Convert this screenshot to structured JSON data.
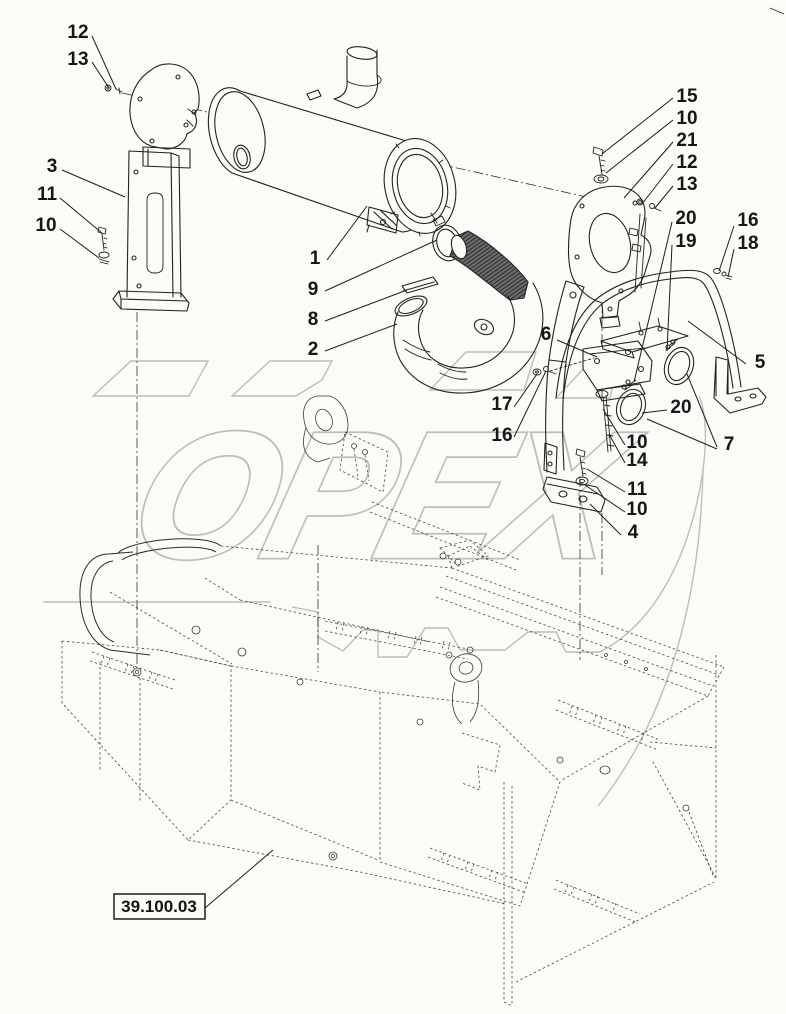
{
  "diagram": {
    "reference_code": "39.100.03",
    "watermark": "OPEX",
    "colors": {
      "line": "#2b2b2b",
      "hidden_line": "#4a4a4a",
      "watermark": "#bdbdbd",
      "paper": "#fbfbf8"
    },
    "callouts": [
      {
        "label": "12"
      },
      {
        "label": "13"
      },
      {
        "label": "3"
      },
      {
        "label": "11"
      },
      {
        "label": "10"
      },
      {
        "label": "1"
      },
      {
        "label": "9"
      },
      {
        "label": "8"
      },
      {
        "label": "2"
      },
      {
        "label": "15"
      },
      {
        "label": "10"
      },
      {
        "label": "21"
      },
      {
        "label": "12"
      },
      {
        "label": "13"
      },
      {
        "label": "20"
      },
      {
        "label": "19"
      },
      {
        "label": "16"
      },
      {
        "label": "18"
      },
      {
        "label": "6"
      },
      {
        "label": "5"
      },
      {
        "label": "17"
      },
      {
        "label": "16"
      },
      {
        "label": "20"
      },
      {
        "label": "7"
      },
      {
        "label": "10"
      },
      {
        "label": "14"
      },
      {
        "label": "11"
      },
      {
        "label": "10"
      },
      {
        "label": "4"
      }
    ]
  }
}
